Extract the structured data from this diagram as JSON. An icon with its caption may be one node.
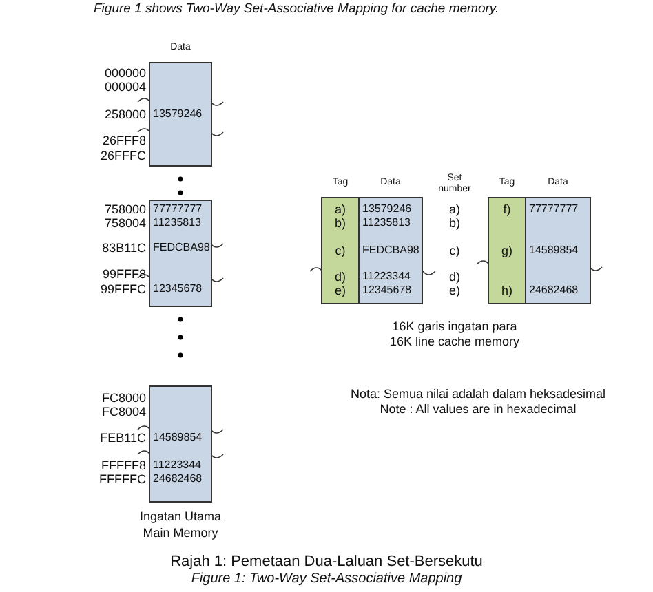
{
  "diagram": {
    "title": "Figure 1 shows Two-Way Set-Associative Mapping for cache memory.",
    "nodes": [
      {
        "text": [
          "Data",
          "13579246"
        ],
        "beside": [
          "000000",
          "000004",
          "258000",
          "26FFF8",
          "26FFFC"
        ]
      },
      {
        "text": [
          "77777777",
          "11235813",
          "FEDCBA98",
          "12345678"
        ],
        "beside": [
          "758000",
          "758004",
          "83B11C",
          "99FFF8",
          "99FFFC"
        ]
      },
      {
        "text": [
          "14589854",
          "11223344",
          "24682468"
        ],
        "beside": [
          "FC8000",
          "FC8004",
          "FEB11C",
          "FFFFF8",
          "FFFFFC"
        ]
      },
      {
        "text": [
          "Tag",
          "a)",
          "b)",
          "c)",
          "d)",
          "e)"
        ]
      },
      {
        "text": [
          "Data",
          "13579246",
          "11235813",
          "FEDCBA98",
          "11223344",
          "12345678"
        ]
      },
      {
        "text": [
          "Tag",
          "f)",
          "g)",
          "h)"
        ]
      },
      {
        "text": [
          "Data",
          "77777777",
          "14589854",
          "24682468"
        ]
      }
    ],
    "labels": [
      "Set number",
      "a)",
      "b)",
      "c)",
      "d)",
      "e)",
      "16K garis ingatan para",
      "16K line cache memory",
      "Nota: Semua nilai adalah dalam heksadesimal",
      "Note : All values are in hexadecimal",
      "Ingatan Utama",
      "Main Memory",
      "Figure 1: Two-Way Set-Associative Mapping"
    ],
    "caption": "Rajah 1: Pemetaan Dua-Laluan Set-Bersekutu"
  }
}
